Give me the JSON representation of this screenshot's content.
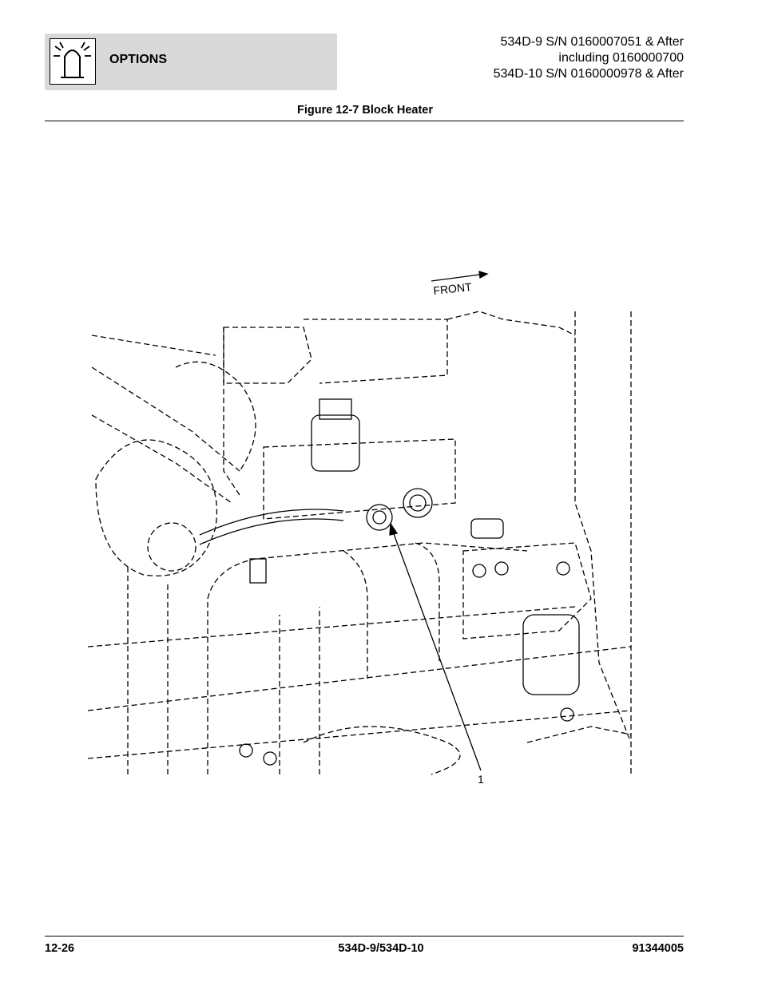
{
  "header": {
    "section": "OPTIONS",
    "icon": "beacon-light-icon",
    "serial_lines": [
      "534D-9 S/N 0160007051 & After",
      "including 0160000700",
      "534D-10 S/N 0160000978 & After"
    ]
  },
  "figure": {
    "title": "Figure 12-7 Block Heater",
    "direction_label": "FRONT",
    "callout": "1"
  },
  "footer": {
    "page": "12-26",
    "model": "534D-9/534D-10",
    "doc_number": "91344005"
  }
}
